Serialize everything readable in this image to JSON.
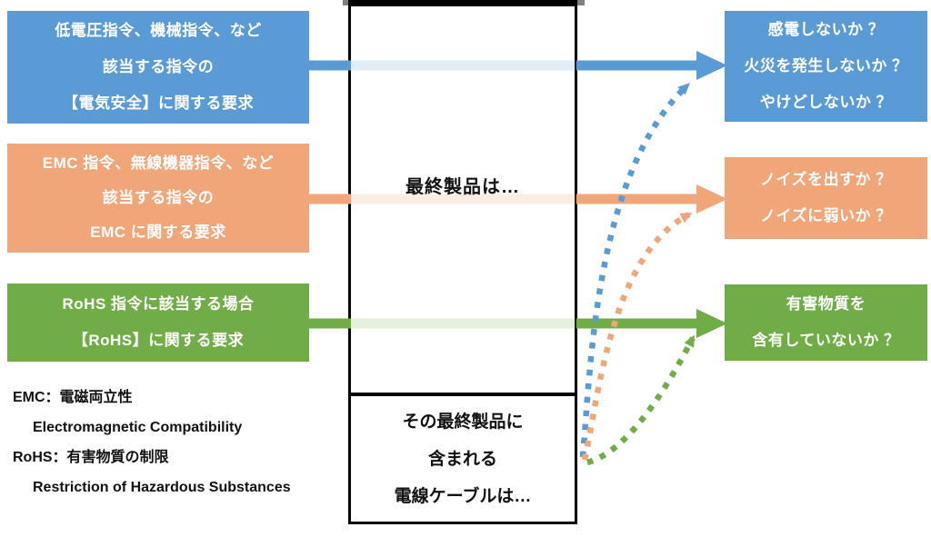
{
  "colors": {
    "blue": "#5B9BD5",
    "orange": "#F0A678",
    "green": "#70AD47",
    "box_text": "#FFFFFF",
    "ink": "#111111",
    "border_black": "#000000",
    "handle_gray": "#808080"
  },
  "left_boxes": [
    {
      "id": "lvd",
      "lines": [
        "低電圧指令、機械指令、など",
        "該当する指令の",
        "【電気安全】に関する要求"
      ]
    },
    {
      "id": "emc",
      "lines": [
        "EMC 指令、無線機器指令、など",
        "該当する指令の",
        "EMC に関する要求"
      ]
    },
    {
      "id": "rohs",
      "lines": [
        "RoHS 指令に該当する場合",
        "【RoHS】に関する要求"
      ]
    }
  ],
  "center": {
    "top_label": "最終製品は…",
    "bottom_lines": [
      "その最終製品に",
      "含まれる",
      "電線ケーブルは…"
    ]
  },
  "right_boxes": [
    {
      "id": "electric-safety-questions",
      "lines": [
        "感電しないか ？",
        "火災を発生しないか ？",
        "やけどしないか ？"
      ]
    },
    {
      "id": "noise-questions",
      "lines": [
        "ノイズを出すか ？",
        "ノイズに弱いか ？"
      ]
    },
    {
      "id": "hazardous-questions",
      "lines": [
        "有害物質を",
        "含有していないか ？"
      ]
    }
  ],
  "legend": {
    "lines": [
      {
        "text": "EMC：電磁両立性",
        "indent": false
      },
      {
        "text": "Electromagnetic Compatibility",
        "indent": true
      },
      {
        "text": "RoHS：有害物質の制限",
        "indent": false
      },
      {
        "text": "Restriction of Hazardous Substances",
        "indent": true
      }
    ]
  }
}
